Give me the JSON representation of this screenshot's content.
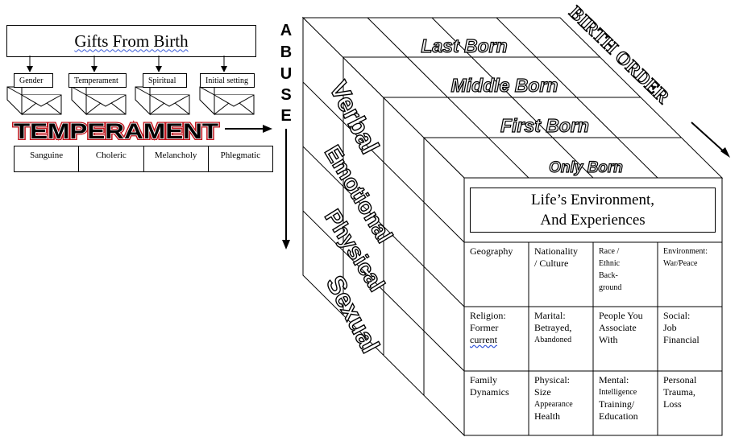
{
  "gifts": {
    "title": "Gifts From Birth",
    "items": [
      "Gender",
      "Temperament",
      "Spiritual",
      "Initial setting"
    ]
  },
  "temperament": {
    "heading": "TEMPERAMENT",
    "types": [
      "Sanguine",
      "Choleric",
      "Melancholy",
      "Phlegmatic"
    ]
  },
  "abuse": {
    "heading": "ABUSE",
    "letters": [
      "A",
      "B",
      "U",
      "S",
      "E"
    ],
    "types": [
      "Verbal",
      "Emotional",
      "Physical",
      "Sexual"
    ]
  },
  "birth_order": {
    "heading": "BIRTH ORDER",
    "levels": [
      "Last Born",
      "Middle Born",
      "First Born",
      "Only Born"
    ]
  },
  "environment": {
    "title_line1": "Life’s Environment,",
    "title_line2": "And Experiences",
    "cells": {
      "geography": "Geography",
      "nationality_1": "Nationality",
      "nationality_2": "/ Culture",
      "race_1": "Race /",
      "race_2": "Ethnic",
      "race_3": "Back-",
      "race_4": "ground",
      "env_1": "Environment:",
      "env_2": "War/Peace",
      "religion_1": "Religion:",
      "religion_2": "Former",
      "religion_3": "current",
      "marital_1": "Marital:",
      "marital_2": "Betrayed,",
      "marital_3": "Abandoned",
      "people_1": "People You",
      "people_2": "Associate",
      "people_3": "With",
      "social_1": "Social:",
      "social_2": "Job",
      "social_3": "Financial",
      "family_1": "Family",
      "family_2": "Dynamics",
      "physical_1": "Physical:",
      "physical_2": "Size",
      "physical_3": "Appearance",
      "physical_4": "Health",
      "mental_1": "Mental:",
      "mental_2": "Intelligence",
      "mental_3": "Training/",
      "mental_4": "Education",
      "personal_1": "Personal",
      "personal_2": "Trauma,",
      "personal_3": "Loss"
    }
  }
}
